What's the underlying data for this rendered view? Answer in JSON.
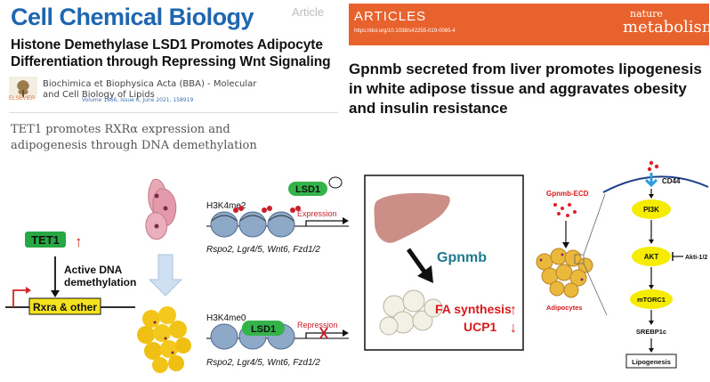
{
  "ccb": {
    "journal": "Cell Chemical Biology",
    "article_label": "Article",
    "title_line1": "Histone Demethylase LSD1 Promotes Adipocyte",
    "title_line2": "Differentiation through Repressing Wnt Signaling"
  },
  "bba": {
    "line1": "Biochimica et Biophysica Acta (BBA) - Molecular",
    "line2": "and Cell Biology of Lipids",
    "volume": "Volume 1866, Issue 6, June 2021, 158919",
    "publisher": "ELSEVIER"
  },
  "tet1_paper": {
    "line1": "TET1 promotes RXRα expression and",
    "line2": "adipogenesis through DNA demethylation"
  },
  "nature": {
    "section": "ARTICLES",
    "doi": "https://doi.org/10.1038/s42255-019-0065-4",
    "logo_small": "nature",
    "logo_big": "metabolism",
    "title_line1": "Gpnmb secreted from liver promotes lipogenesis",
    "title_line2": "in white adipose tissue and aggravates obesity",
    "title_line3": "and insulin resistance"
  },
  "tet1_figure": {
    "tet1_label": "TET1",
    "up_arrow": "↑",
    "active_line1": "Active DNA",
    "active_line2": "demethylation",
    "gene_label": "Rxra & other"
  },
  "lsd1_figure": {
    "mark_top": "H3K4me2",
    "mark_bottom": "H3K4me0",
    "lsd1": "LSD1",
    "expression": "Expression",
    "repression": "Repression",
    "genes": "Rspo2, Lgr4/5, Wnt6, Fzd1/2"
  },
  "gpnmb_figure": {
    "gpnmb": "Gpnmb",
    "fa_synthesis": "FA synthesis",
    "ucp1": "UCP1",
    "up_arrow": "↑",
    "down_arrow": "↓"
  },
  "pathway": {
    "gpnmb_ecd": "Gpnmb-ECD",
    "cd44": "CD44",
    "adipocytes": "Adipocytes",
    "pi3k": "PI3K",
    "akt": "AKT",
    "akti": "Akti-1/2",
    "mtorc1": "mTORC1",
    "srebp1c": "SREBP1c",
    "lipogenesis": "Lipogenesis"
  }
}
